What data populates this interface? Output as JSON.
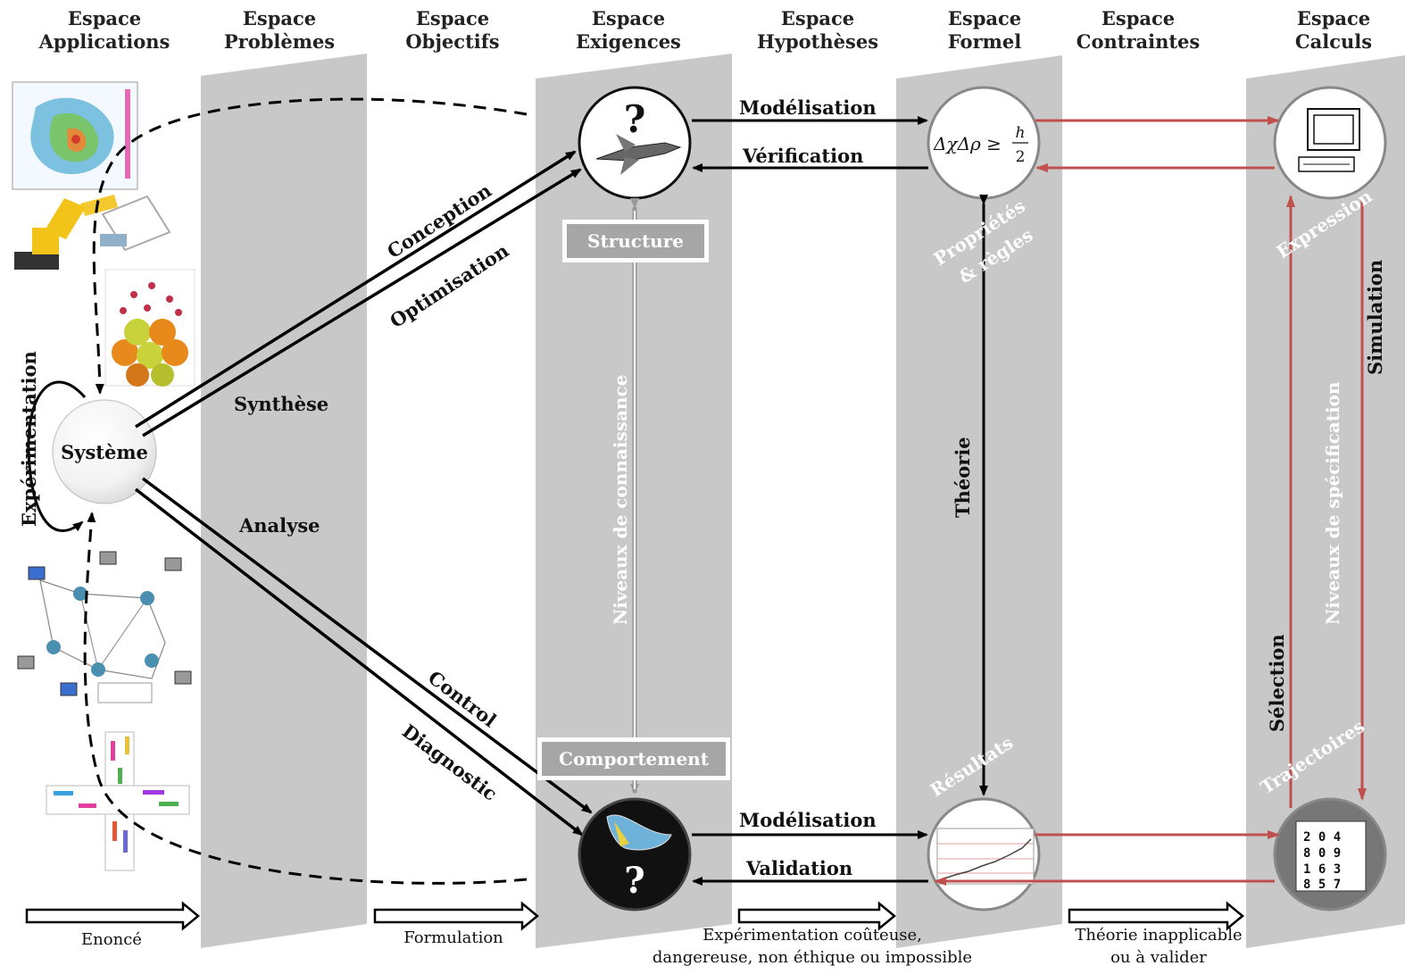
{
  "headers": [
    {
      "line1": "Espace",
      "line2": "Applications"
    },
    {
      "line1": "Espace",
      "line2": "Problèmes"
    },
    {
      "line1": "Espace",
      "line2": "Objectifs"
    },
    {
      "line1": "Espace",
      "line2": "Exigences"
    },
    {
      "line1": "Espace",
      "line2": "Hypothèses"
    },
    {
      "line1": "Espace",
      "line2": "Formel"
    },
    {
      "line1": "Espace",
      "line2": "Contraintes"
    },
    {
      "line1": "Espace",
      "line2": "Calculs"
    }
  ],
  "nodes": {
    "systeme": "Système",
    "question_top": "?",
    "question_bottom": "?"
  },
  "formula": "ΔχΔρ ≥ ",
  "formula_num": "h",
  "formula_den": "2",
  "labels": {
    "synthese": "Synthèse",
    "analyse": "Analyse",
    "conception": "Conception",
    "optimisation": "Optimisation",
    "control": "Control",
    "diagnostic": "Diagnostic",
    "experimentation": "Expérimentation",
    "structure": "Structure",
    "comportement": "Comportement",
    "niveaux_connaissance": "Niveaux de connaissance",
    "modelisation_top": "Modélisation",
    "verification": "Vérification",
    "modelisation_bottom": "Modélisation",
    "validation": "Validation",
    "theorie": "Théorie",
    "proprietes": "Propriétés",
    "regles": "& règles",
    "resultats": "Résultats",
    "expression": "Expression",
    "simulation": "Simulation",
    "niveaux_specification": "Niveaux de spécification",
    "selection": "Sélection",
    "trajectoires": "Trajectoires"
  },
  "bottom": {
    "enonce": "Enoncé",
    "formulation": "Formulation",
    "experimentation_line1": "Expérimentation coûteuse,",
    "experimentation_line2": "dangereuse, non éthique ou impossible",
    "theorie_line1": "Théorie inapplicable",
    "theorie_line2": "ou à valider"
  },
  "colors": {
    "panel": "#c8c8c8",
    "red_arrow": "#c0504d",
    "black": "#000000"
  }
}
